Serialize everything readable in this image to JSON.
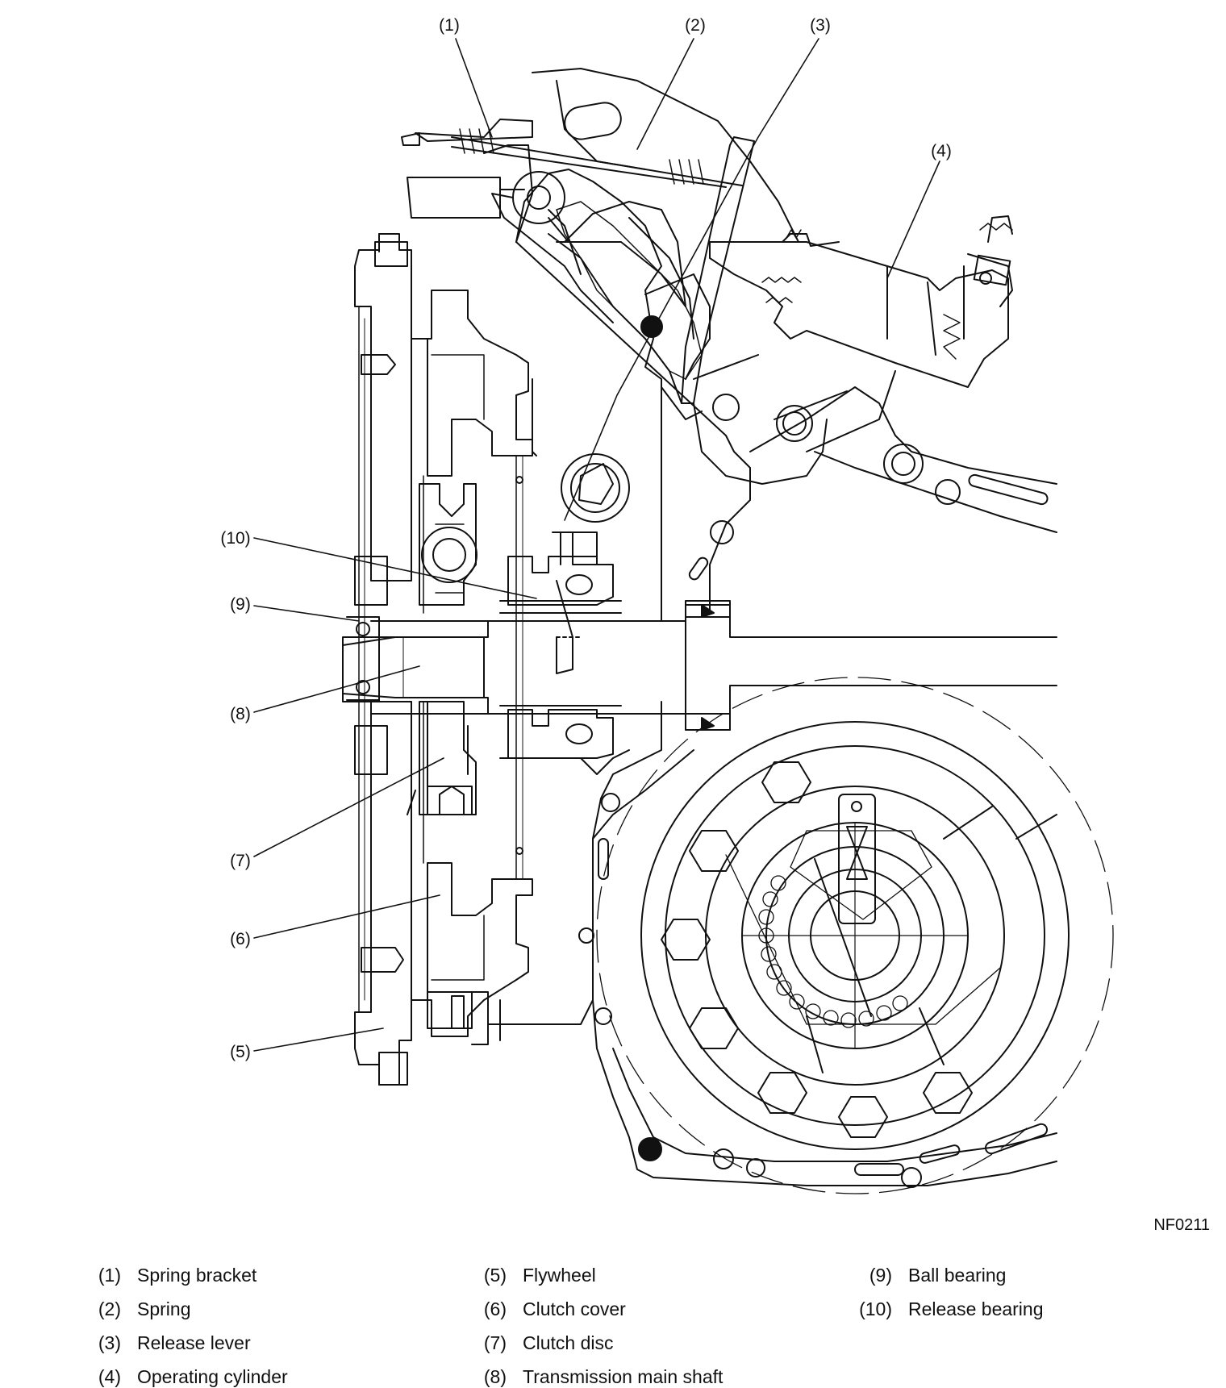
{
  "figure_id": "NF0211",
  "callouts": [
    "(1)",
    "(2)",
    "(3)",
    "(4)",
    "(5)",
    "(6)",
    "(7)",
    "(8)",
    "(9)",
    "(10)"
  ],
  "legend": [
    {
      "num": "(1)",
      "label": "Spring bracket"
    },
    {
      "num": "(2)",
      "label": "Spring"
    },
    {
      "num": "(3)",
      "label": "Release lever"
    },
    {
      "num": "(4)",
      "label": "Operating cylinder"
    },
    {
      "num": "(5)",
      "label": "Flywheel"
    },
    {
      "num": "(6)",
      "label": "Clutch cover"
    },
    {
      "num": "(7)",
      "label": "Clutch disc"
    },
    {
      "num": "(8)",
      "label": "Transmission main shaft"
    },
    {
      "num": "(9)",
      "label": "Ball bearing"
    },
    {
      "num": "(10)",
      "label": "Release bearing"
    }
  ]
}
